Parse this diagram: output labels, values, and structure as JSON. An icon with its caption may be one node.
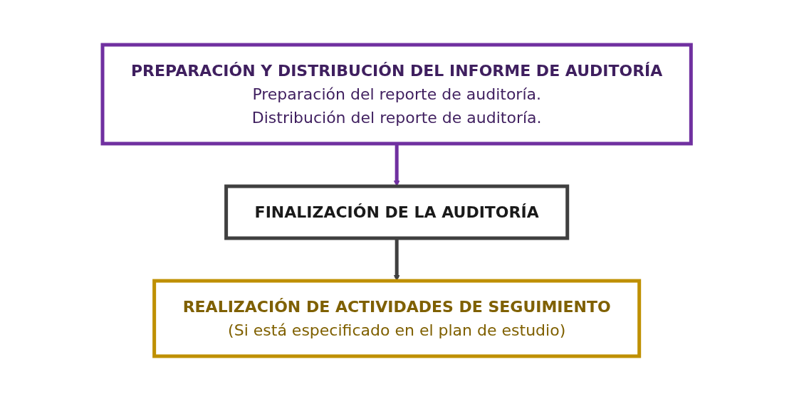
{
  "diagram": {
    "nodes": [
      {
        "text": [
          "PREPARACIÓN Y DISTRIBUCIÓN DEL INFORME DE AUDITORÍA",
          "Preparación del reporte de auditoría.",
          "Distribución del reporte de auditoría."
        ]
      },
      {
        "text": [
          "FINALIZACIÓN DE LA AUDITORÍA"
        ]
      },
      {
        "text": [
          "REALIZACIÓN DE ACTIVIDADES DE SEGUIMIENTO",
          "(Si está especificado en el plan de estudio)"
        ]
      }
    ],
    "edges": [
      {
        "from": 0,
        "to": 1,
        "arrow": "to",
        "color": "#7030a0"
      },
      {
        "from": 1,
        "to": 2,
        "arrow": "to",
        "color": "#404040"
      }
    ]
  }
}
